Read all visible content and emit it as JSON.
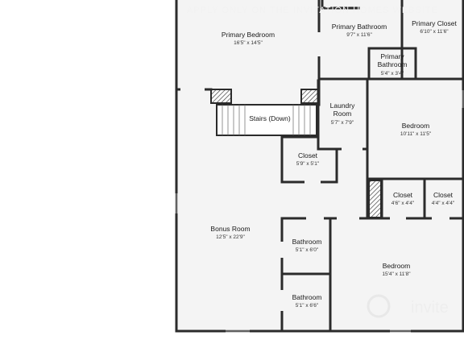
{
  "watermark": {
    "top_text": "APPLY ONLY ON THE INVITATION HOMES WEBSITE",
    "brand_text": "invite"
  },
  "colors": {
    "wall": "#2b2b2b",
    "floor": "#f4f4f4",
    "background": "#ffffff",
    "hatch": "#555555"
  },
  "rooms": {
    "primary_bedroom": {
      "name": "Primary Bedroom",
      "dims": "16'5\" x 14'5\""
    },
    "primary_bathroom_large": {
      "name": "Primary Bathroom",
      "dims": "9'7\" x 11'6\""
    },
    "primary_closet": {
      "name": "Primary Closet",
      "dims": "6'10\" x 11'6\""
    },
    "primary_bathroom_small": {
      "name_line1": "Primary",
      "name_line2": "Bathroom",
      "dims": "5'4\" x 3'4\""
    },
    "stairs": {
      "name": "Stairs (Down)"
    },
    "laundry_room": {
      "name_line1": "Laundry",
      "name_line2": "Room",
      "dims": "5'7\" x 7'9\""
    },
    "bedroom_right": {
      "name": "Bedroom",
      "dims": "10'11\" x 11'5\""
    },
    "closet_center": {
      "name": "Closet",
      "dims": "5'9\" x 5'1\""
    },
    "closet_mid_right": {
      "name": "Closet",
      "dims": "4'6\" x 4'4\""
    },
    "closet_far_right": {
      "name": "Closet",
      "dims": "4'4\" x 4'4\""
    },
    "bonus_room": {
      "name": "Bonus Room",
      "dims": "12'5\" x 22'9\""
    },
    "bathroom_upper": {
      "name": "Bathroom",
      "dims": "5'1\" x 6'0\""
    },
    "bathroom_lower": {
      "name": "Bathroom",
      "dims": "5'1\" x 6'6\""
    },
    "bedroom_bottom": {
      "name": "Bedroom",
      "dims": "15'4\" x 11'8\""
    }
  }
}
